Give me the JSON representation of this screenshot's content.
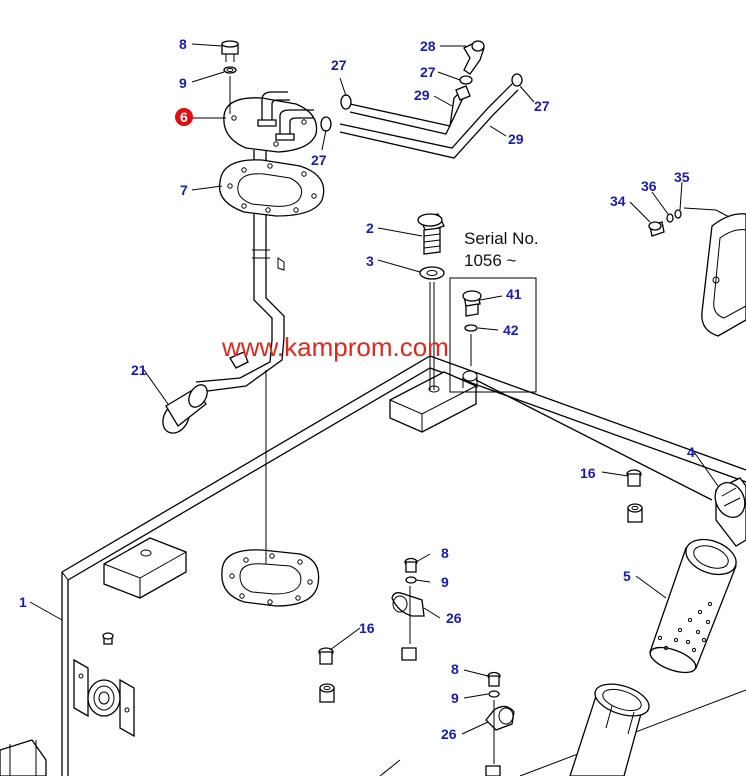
{
  "colors": {
    "callout": "#1a1ab4",
    "highlight_fill": "#e01010",
    "highlight_text": "#ffffff",
    "watermark": "#e0281e",
    "line": "#000000"
  },
  "serial_note": {
    "line1": "Serial No.",
    "line2": "1056 ~"
  },
  "watermark": "www.kamprom.com",
  "callouts": [
    {
      "id": "c-8a",
      "label": "8"
    },
    {
      "id": "c-9a",
      "label": "9"
    },
    {
      "id": "c-6",
      "label": "6",
      "highlighted": true
    },
    {
      "id": "c-7",
      "label": "7"
    },
    {
      "id": "c-27a",
      "label": "27"
    },
    {
      "id": "c-27b",
      "label": "27"
    },
    {
      "id": "c-28",
      "label": "28"
    },
    {
      "id": "c-27c",
      "label": "27"
    },
    {
      "id": "c-29a",
      "label": "29"
    },
    {
      "id": "c-27d",
      "label": "27"
    },
    {
      "id": "c-29b",
      "label": "29"
    },
    {
      "id": "c-2",
      "label": "2"
    },
    {
      "id": "c-3",
      "label": "3"
    },
    {
      "id": "c-41",
      "label": "41"
    },
    {
      "id": "c-42",
      "label": "42"
    },
    {
      "id": "c-34",
      "label": "34"
    },
    {
      "id": "c-36",
      "label": "36"
    },
    {
      "id": "c-35",
      "label": "35"
    },
    {
      "id": "c-21",
      "label": "21"
    },
    {
      "id": "c-4",
      "label": "4"
    },
    {
      "id": "c-16a",
      "label": "16"
    },
    {
      "id": "c-5",
      "label": "5"
    },
    {
      "id": "c-1",
      "label": "1"
    },
    {
      "id": "c-8b",
      "label": "8"
    },
    {
      "id": "c-9b",
      "label": "9"
    },
    {
      "id": "c-26a",
      "label": "26"
    },
    {
      "id": "c-16b",
      "label": "16"
    },
    {
      "id": "c-8c",
      "label": "8"
    },
    {
      "id": "c-9c",
      "label": "9"
    },
    {
      "id": "c-26b",
      "label": "26"
    }
  ]
}
